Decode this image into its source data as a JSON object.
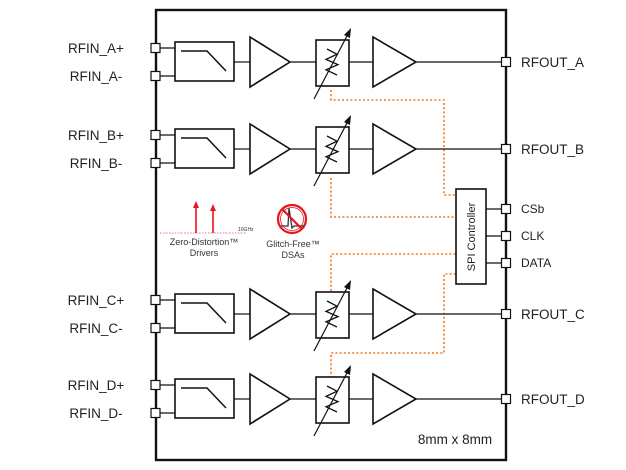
{
  "diagram": {
    "package_label": "8mm x 8mm",
    "channels": [
      {
        "id": "A",
        "input_pos": "RFIN_A+",
        "input_neg": "RFIN_A-",
        "output": "RFOUT_A"
      },
      {
        "id": "B",
        "input_pos": "RFIN_B+",
        "input_neg": "RFIN_B-",
        "output": "RFOUT_B"
      },
      {
        "id": "C",
        "input_pos": "RFIN_C+",
        "input_neg": "RFIN_C-",
        "output": "RFOUT_C"
      },
      {
        "id": "D",
        "input_pos": "RFIN_D+",
        "input_neg": "RFIN_D-",
        "output": "RFOUT_D"
      }
    ],
    "controller": {
      "label": "SPI Controller",
      "pins": [
        "CSb",
        "CLK",
        "DATA"
      ]
    },
    "features": [
      {
        "name": "zero-distortion",
        "line1": "Zero-Distortion™",
        "line2": "Drivers"
      },
      {
        "name": "glitch-free",
        "line1": "Glitch-Free™",
        "line2": "DSAs"
      }
    ],
    "colors": {
      "line": "#111111",
      "control_bus": "#f07a1e",
      "feature_red": "#e8141e"
    }
  }
}
